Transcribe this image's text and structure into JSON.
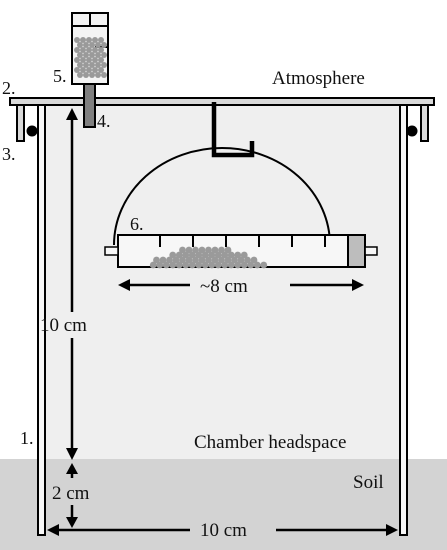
{
  "labels": {
    "atmosphere": "Atmosphere",
    "headspace": "Chamber headspace",
    "soil": "Soil",
    "height": "10 cm",
    "depth": "2 cm",
    "width": "10 cm",
    "tube_length": "~8 cm"
  },
  "markers": {
    "m1": "1.",
    "m2": "2.",
    "m3": "3.",
    "m4": "4.",
    "m5": "5.",
    "m6": "6."
  },
  "colors": {
    "background": "#ffffff",
    "headspace": "#efefef",
    "soil": "#d3d3d3",
    "wall_fill": "#f7f7f7",
    "line": "#000000",
    "beads": "#9a9a9a"
  }
}
